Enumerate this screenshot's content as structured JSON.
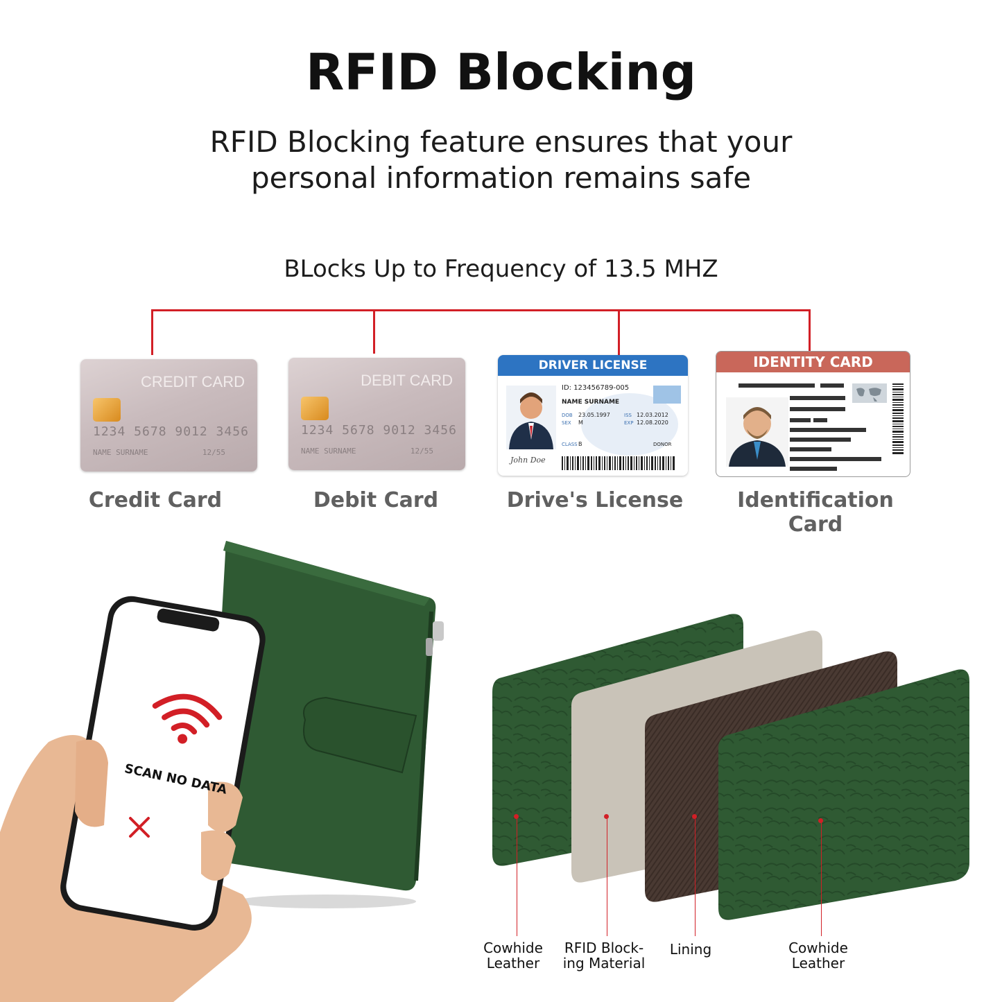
{
  "header": {
    "title": "RFID Blocking",
    "subtitle_line1": "RFID Blocking feature ensures that your",
    "subtitle_line2": "personal information remains safe"
  },
  "frequency_text": "BLocks Up to Frequency of 13.5 MHZ",
  "cards": [
    {
      "label": "Credit Card",
      "card_title": "CREDIT CARD",
      "number": "1234 5678 9012 3456",
      "holder": "NAME SURNAME",
      "expiry": "12/55"
    },
    {
      "label": "Debit Card",
      "card_title": "DEBIT CARD",
      "number": "1234 5678 9012 3456",
      "holder": "NAME SURNAME",
      "expiry": "12/55"
    },
    {
      "label": "Drive's License",
      "card_title": "DRIVER LICENSE",
      "id": "ID: 123456789-005",
      "name": "NAME SURNAME",
      "dob_label": "DOB",
      "dob": "23.05.1997",
      "sex_label": "SEX",
      "sex": "M",
      "iss_label": "ISS",
      "iss": "12.03.2012",
      "exp_label": "EXP",
      "exp": "12.08.2020",
      "class_label": "CLASS",
      "class": "B",
      "donor": "DONOR",
      "signature": "John Doe"
    },
    {
      "label": "Identification Card",
      "card_title": "IDENTITY CARD"
    }
  ],
  "phone": {
    "message": "SCAN NO DATA",
    "icons": [
      "wifi-signal-icon",
      "cross-icon"
    ]
  },
  "layers": [
    {
      "label_line1": "Cowhide",
      "label_line2": "Leather"
    },
    {
      "label_line1": "RFID Block-",
      "label_line2": "ing Material"
    },
    {
      "label_line1": "Lining",
      "label_line2": ""
    },
    {
      "label_line1": "Cowhide",
      "label_line2": "Leather"
    }
  ],
  "colors": {
    "accent_red": "#d21f26",
    "wallet_green": "#2f5a33",
    "license_blue": "#2d74c2",
    "identity_header": "#c9675a",
    "rfid_material": "#c9c3b8",
    "lining_brown": "#4a3a33"
  }
}
